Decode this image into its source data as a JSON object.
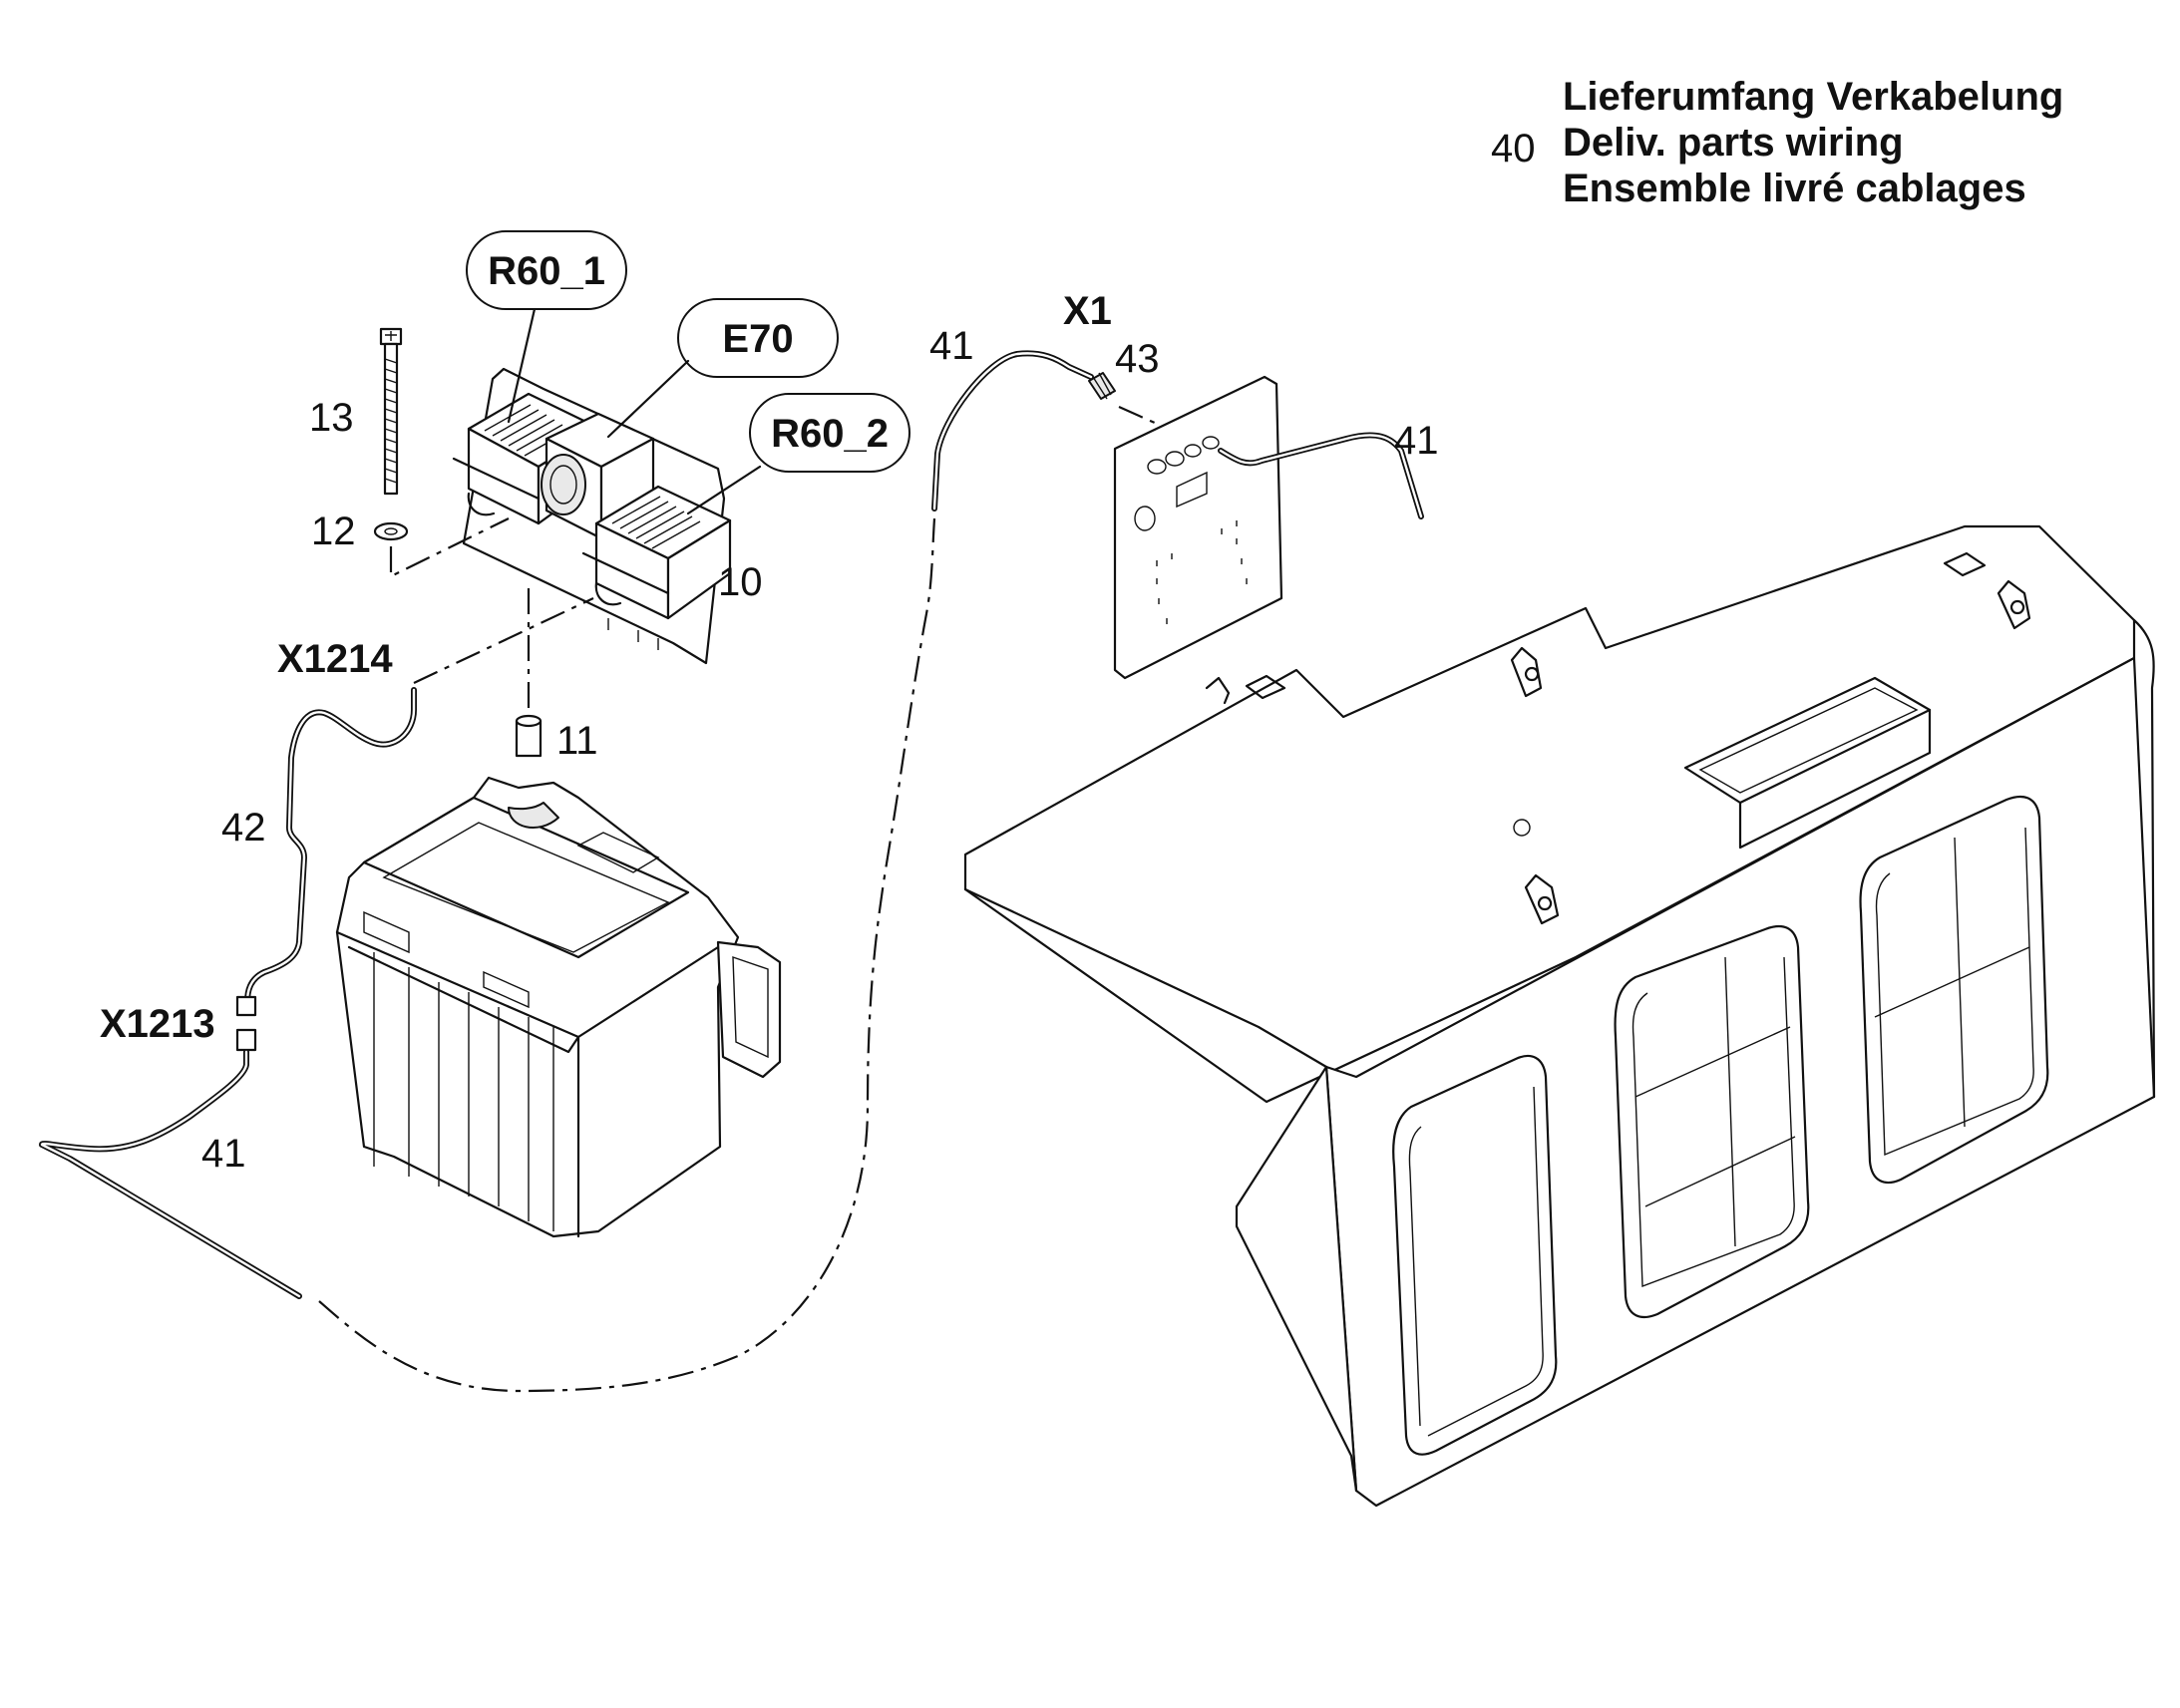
{
  "legend": {
    "number": "40",
    "lines": [
      "Lieferumfang Verkabelung",
      "Deliv. parts wiring",
      "Ensemble livré cablages"
    ]
  },
  "bubbles": {
    "r60_1": "R60_1",
    "e70": "E70",
    "r60_2": "R60_2"
  },
  "connectors": {
    "x1": "X1",
    "x1214": "X1214",
    "x1213": "X1213"
  },
  "part_numbers": {
    "p13": "13",
    "p12": "12",
    "p10": "10",
    "p11": "11",
    "p42": "42",
    "p41_left": "41",
    "p41_top": "41",
    "p41_right": "41",
    "p43": "43"
  }
}
